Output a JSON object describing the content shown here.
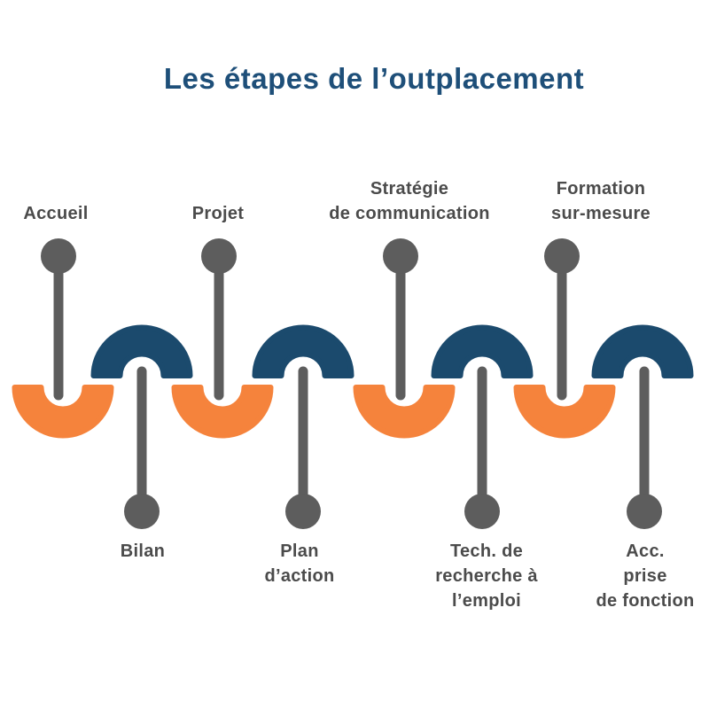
{
  "title": "Les étapes de l’outplacement",
  "colors": {
    "title_blue": "#1e4f79",
    "arc_navy": "#1b4a6d",
    "arc_orange": "#f5833c",
    "pin_gray": "#5d5d5d",
    "label_gray": "#4b4b4b",
    "background": "#ffffff"
  },
  "timeline": {
    "top_steps": [
      {
        "lines": [
          "Accueil"
        ]
      },
      {
        "lines": [
          "Projet"
        ]
      },
      {
        "lines": [
          "Stratégie",
          "de communication"
        ]
      },
      {
        "lines": [
          "Formation",
          "sur-mesure"
        ]
      }
    ],
    "bottom_steps": [
      {
        "lines": [
          "Bilan"
        ]
      },
      {
        "lines": [
          "Plan",
          "d’action"
        ]
      },
      {
        "lines": [
          "Tech. de",
          "recherche à",
          "l’emploi"
        ]
      },
      {
        "lines": [
          "Acc.",
          "prise",
          "de fonction"
        ]
      }
    ]
  }
}
